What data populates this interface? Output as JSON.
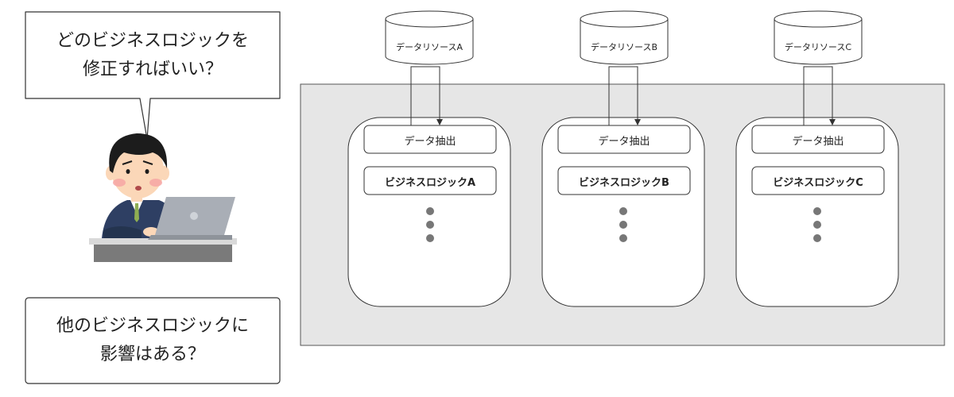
{
  "question_bubble": {
    "line1": "どのビジネスロジックを",
    "line2": "修正すればいい？"
  },
  "impact_bubble": {
    "line1": "他のビジネスロジックに",
    "line2": "影響はある？"
  },
  "data_sources": [
    {
      "label": "データリソースA"
    },
    {
      "label": "データリソースB"
    },
    {
      "label": "データリソースC"
    }
  ],
  "services": [
    {
      "extract_label": "データ抽出",
      "logic_label": "ビジネスロジックA"
    },
    {
      "extract_label": "データ抽出",
      "logic_label": "ビジネスロジックB"
    },
    {
      "extract_label": "データ抽出",
      "logic_label": "ビジネスロジックC"
    }
  ],
  "colors": {
    "system_bg": "#e6e6e6",
    "border": "#333333",
    "suit": "#2e3f63",
    "skin": "#fbd7b8",
    "laptop": "#a9aeb6"
  }
}
